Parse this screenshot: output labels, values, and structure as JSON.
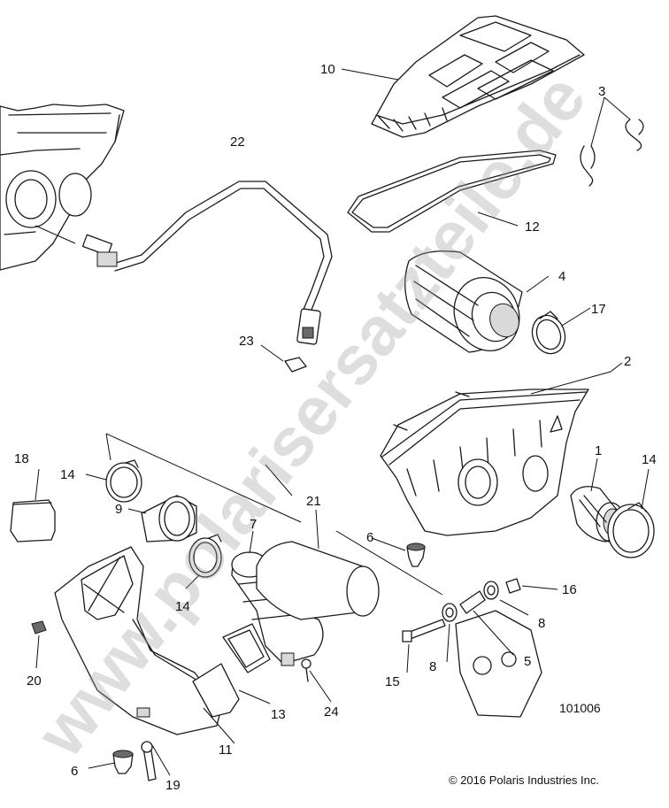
{
  "callouts": {
    "c1": "1",
    "c2": "2",
    "c3": "3",
    "c4": "4",
    "c5": "5",
    "c6a": "6",
    "c6b": "6",
    "c7": "7",
    "c8a": "8",
    "c8b": "8",
    "c9": "9",
    "c10": "10",
    "c11": "11",
    "c12": "12",
    "c13": "13",
    "c14a": "14",
    "c14b": "14",
    "c14c": "14",
    "c15": "15",
    "c16": "16",
    "c17": "17",
    "c18": "18",
    "c19": "19",
    "c20": "20",
    "c21": "21",
    "c22": "22",
    "c23": "23",
    "c24": "24"
  },
  "diagram_number": "101006",
  "copyright": "© 2016 Polaris Industries Inc.",
  "watermark": "www.polarisersatzteile.de"
}
